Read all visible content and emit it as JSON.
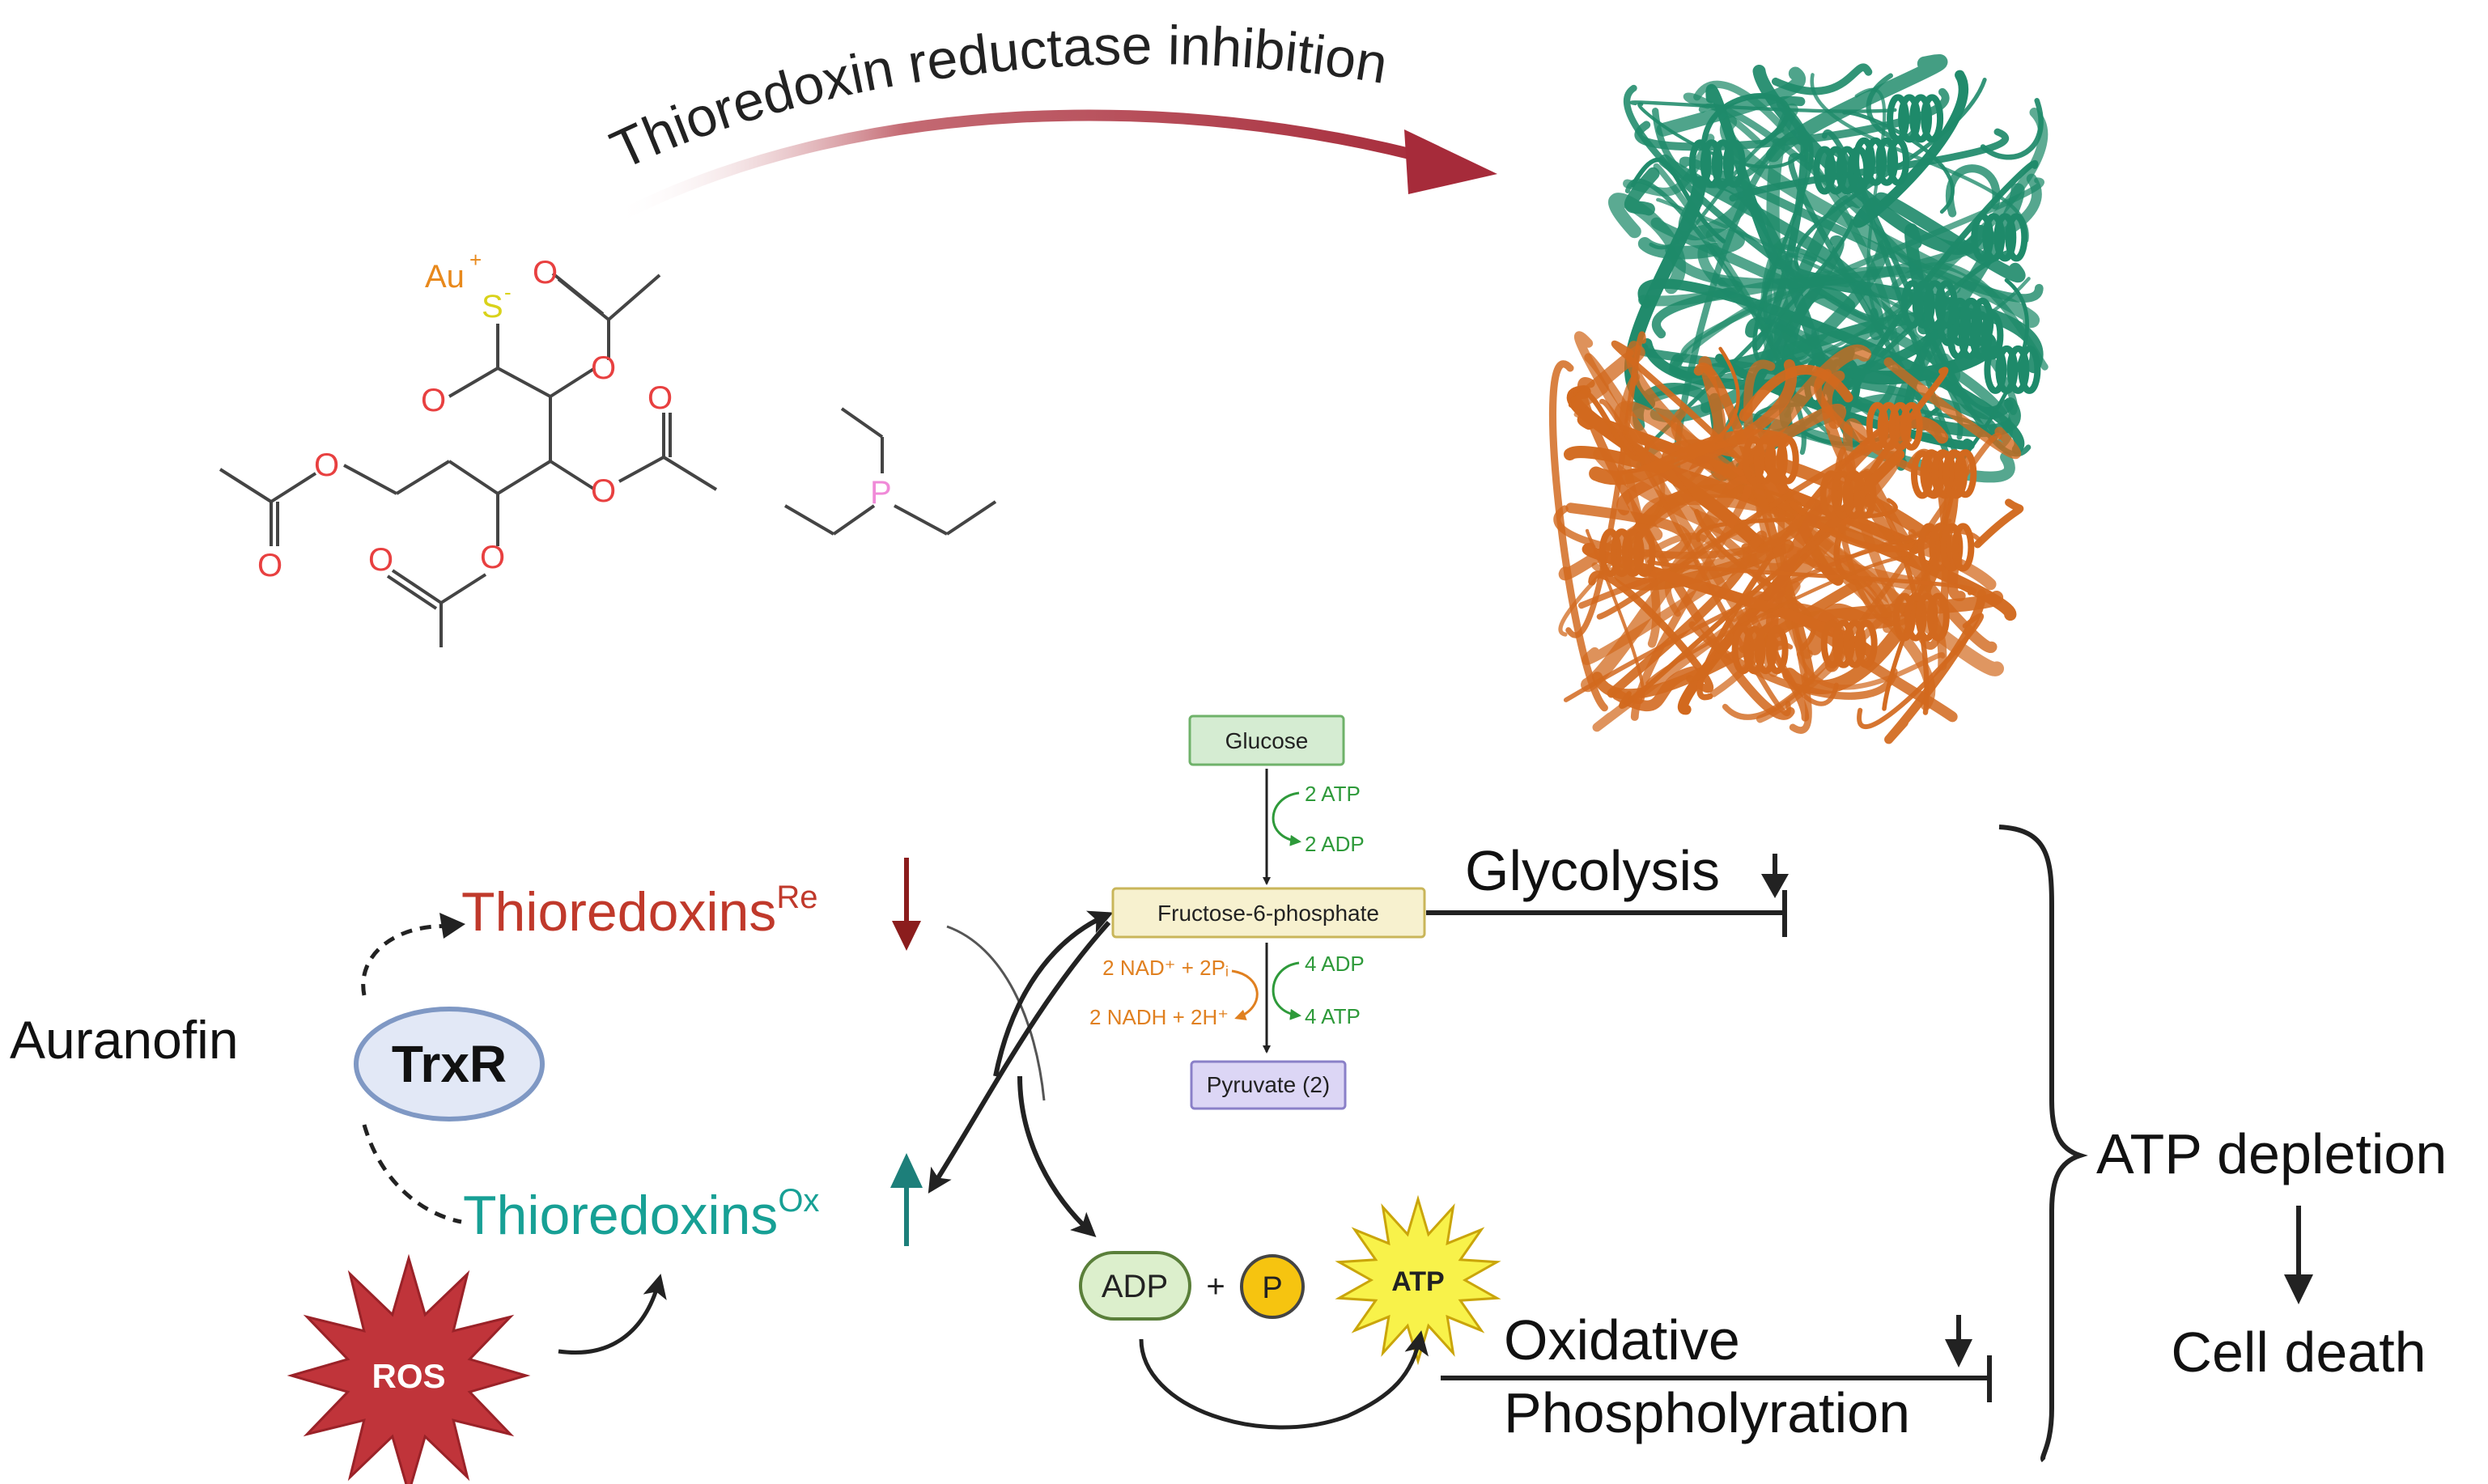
{
  "header": {
    "title": "Thioredoxin reductase inhibition"
  },
  "molecule": {
    "gold": "Au",
    "gold_charge": "+",
    "sulfur": "S",
    "sulfur_charge": "-",
    "oxygen": "O",
    "phosphorus": "P"
  },
  "protein": {
    "chain_a_color": "#1e8a6a",
    "chain_b_color": "#d2691e"
  },
  "redox": {
    "drug": "Auranofin",
    "enzyme": "TrxR",
    "reduced_label": "Thioredoxins",
    "reduced_sup": "Re",
    "oxidized_label": "Thioredoxins",
    "oxidized_sup": "Ox",
    "ros": "ROS",
    "reduced_color": "#c0392b",
    "oxidized_color": "#17a095"
  },
  "glycolysis_pathway": {
    "glucose": "Glucose",
    "f6p": "Fructose-6-phosphate",
    "pyruvate": "Pyruvate (2)",
    "atp_in": "2 ATP",
    "adp_out": "2 ADP",
    "adp_in": "4 ADP",
    "atp_out": "4 ATP",
    "nad_in": "2 NAD⁺ + 2Pᵢ",
    "nadh_out": "2 NADH + 2H⁺"
  },
  "oxphos": {
    "adp": "ADP",
    "plus": "+",
    "phosphate": "P",
    "atp": "ATP"
  },
  "outcomes": {
    "glycolysis": "Glycolysis",
    "oxidative_line1": "Oxidative",
    "oxidative_line2": "Phospholyration",
    "atp_depletion": "ATP depletion",
    "cell_death": "Cell death"
  }
}
